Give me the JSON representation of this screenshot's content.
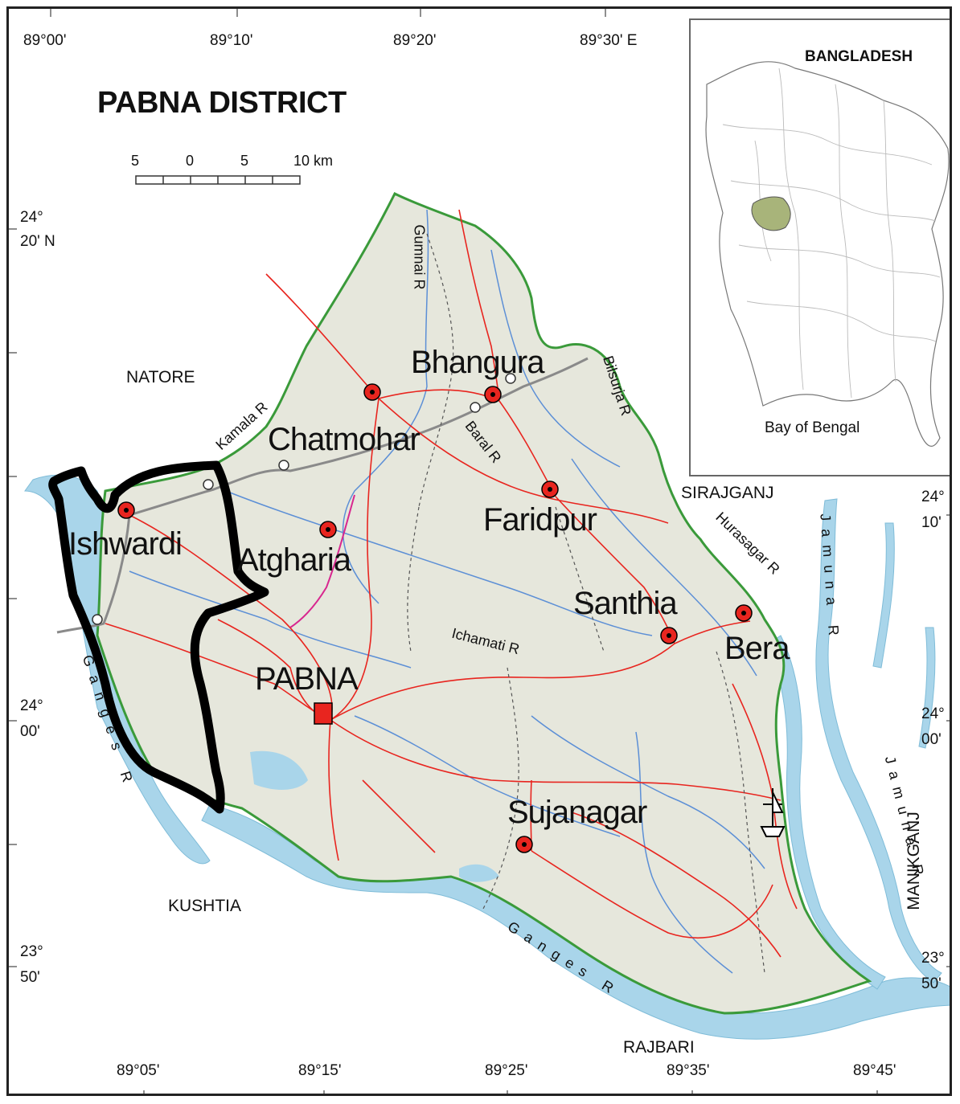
{
  "map": {
    "title": "PABNA DISTRICT",
    "scale_labels": [
      "5",
      "0",
      "5",
      "10 km"
    ],
    "top_longitudes": [
      "89°00'",
      "89°10'",
      "89°20'",
      "89°30' E"
    ],
    "bottom_longitudes": [
      "89°05'",
      "89°15'",
      "89°25'",
      "89°35'",
      "89°45'"
    ],
    "left_latitudes": [
      {
        "deg": "24°",
        "min": "20' N"
      },
      {
        "deg": "24°",
        "min": "00'"
      },
      {
        "deg": "23°",
        "min": "50'"
      }
    ],
    "right_latitudes": [
      {
        "deg": "24°",
        "min": "10'"
      },
      {
        "deg": "24°",
        "min": "00'"
      },
      {
        "deg": "23°",
        "min": "50'"
      }
    ],
    "neighbors": {
      "natore": "NATORE",
      "kushtia": "KUSHTIA",
      "sirajganj": "SIRAJGANJ",
      "rajbari": "RAJBARI",
      "manikganj": "MANIKGANJ"
    },
    "towns": {
      "bhangura": "Bhangura",
      "chatmohar": "Chatmohar",
      "faridpur": "Faridpur",
      "ishwardi": "Ishwardi",
      "atgharia": "Atgharia",
      "santhia": "Santhia",
      "bera": "Bera",
      "pabna": "PABNA",
      "sujanagar": "Sujanagar"
    },
    "rivers": {
      "gumnai": "Gumnai R",
      "bilsurja": "Bilsurja R",
      "kamala": "Kamala R",
      "baral": "Baral R",
      "ichamati": "Ichamati R",
      "hurasagar": "Hurasagar R",
      "jamuna_upper": "Jamuna R",
      "jamuna_lower": "Jamuna R",
      "ganges_west": "Ganges R",
      "ganges_south": "Ganges R"
    },
    "inset": {
      "country": "BANGLADESH",
      "bay": "Bay of Bengal"
    },
    "colors": {
      "land": "#e6e7dc",
      "water": "#a9d5ea",
      "road": "#e8251f",
      "border": "#3a9a3a",
      "highlight_district": "#a8b47a",
      "annotation": "#000000"
    },
    "icons": [
      "upazila-marker-icon",
      "district-hq-icon",
      "port-ship-icon"
    ]
  }
}
